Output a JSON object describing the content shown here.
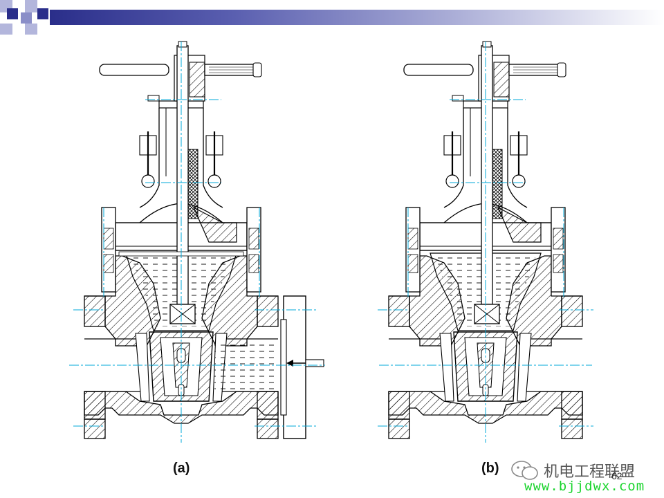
{
  "header": {
    "accent_dark": "#2a2e8a",
    "accent_light": "#a9acd6"
  },
  "figure": {
    "panel_a_label": "(a)",
    "panel_b_label": "(b)",
    "line_color": "#000000",
    "centerline_color": "#00a8d8",
    "fluid_hatch_color": "#1a1a1a"
  },
  "page_number": "62",
  "watermark": {
    "icon": "wechat-icon",
    "name": "机电工程联盟",
    "url": "www.bjjdwx.com",
    "url_color": "#19d42c"
  }
}
